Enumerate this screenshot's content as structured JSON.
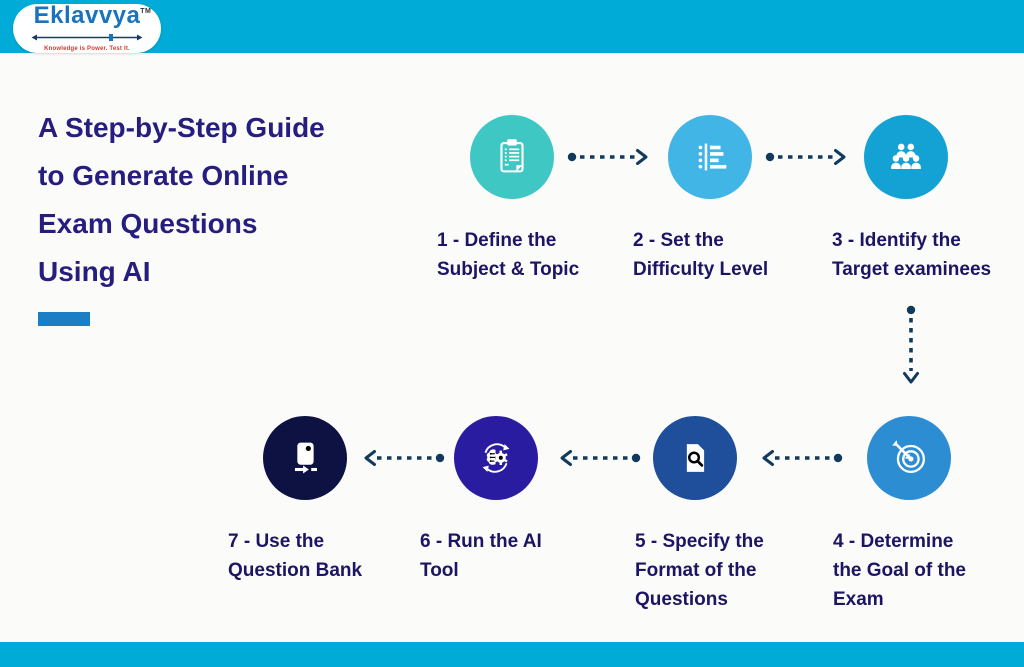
{
  "meta": {
    "bar_color": "#00ABD7",
    "background_color": "#FBFBF9",
    "connector_color": "#123A5C"
  },
  "logo": {
    "brand": "Eklavvya",
    "tm": "TM",
    "tagline": "Knowledge is Power. Test It.",
    "brand_color": "#1A73BE",
    "tagline_color": "#D23A2E"
  },
  "title": {
    "lines": [
      "A Step-by-Step Guide",
      "to Generate Online",
      "Exam Questions",
      "Using AI"
    ],
    "color": "#251E7E",
    "underline_color": "#1C7EC4"
  },
  "steps": [
    {
      "id": 1,
      "icon": "clipboard-checklist-icon",
      "circle_color": "#3FC8C3",
      "lines": [
        "1 - Define the",
        "Subject & Topic"
      ]
    },
    {
      "id": 2,
      "icon": "difficulty-list-icon",
      "circle_color": "#41B6E6",
      "lines": [
        "2 -  Set the",
        "Difficulty Level"
      ]
    },
    {
      "id": 3,
      "icon": "people-group-icon",
      "circle_color": "#14A2D4",
      "lines": [
        "3 - Identify the",
        "Target examinees"
      ]
    },
    {
      "id": 4,
      "icon": "target-goal-icon",
      "circle_color": "#2D8DD3",
      "lines": [
        "4 - Determine",
        "the Goal of the",
        "Exam"
      ]
    },
    {
      "id": 5,
      "icon": "document-search-icon",
      "circle_color": "#1F4F9B",
      "lines": [
        "5 - Specify the",
        "Format of the",
        "Questions"
      ]
    },
    {
      "id": 6,
      "icon": "ai-brain-gear-icon",
      "circle_color": "#2A1CA0",
      "lines": [
        "6 - Run the AI",
        "Tool"
      ]
    },
    {
      "id": 7,
      "icon": "question-bank-icon",
      "circle_color": "#0D1243",
      "lines": [
        "7 - Use the",
        "Question Bank"
      ]
    }
  ]
}
